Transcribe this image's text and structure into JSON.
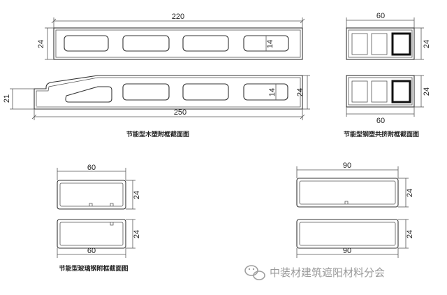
{
  "profile_wood_plastic": {
    "width_top": "220",
    "height_top": "24",
    "cavity_top": "14",
    "width_bottom": "250",
    "height_bottom": "24",
    "cavity_bottom": "14",
    "step": "21",
    "caption": "节能型木塑附框截面图"
  },
  "profile_steel_plastic": {
    "width_top": "60",
    "height_top": "24",
    "width_bottom": "60",
    "height_bottom": "24",
    "caption": "节能型钢塑共挤附框截面图"
  },
  "profile_fiberglass_60": {
    "width_top": "60",
    "height_top": "24",
    "width_bottom": "60",
    "height_bottom": "24",
    "caption": "节能型玻璃钢附框截面图"
  },
  "profile_fiberglass_90": {
    "width_top": "90",
    "height_top": "24",
    "width_bottom": "90",
    "height_bottom": "24"
  },
  "watermark": {
    "text": "中装材建筑遮阳材料分会",
    "icon": "wechat-icon"
  }
}
